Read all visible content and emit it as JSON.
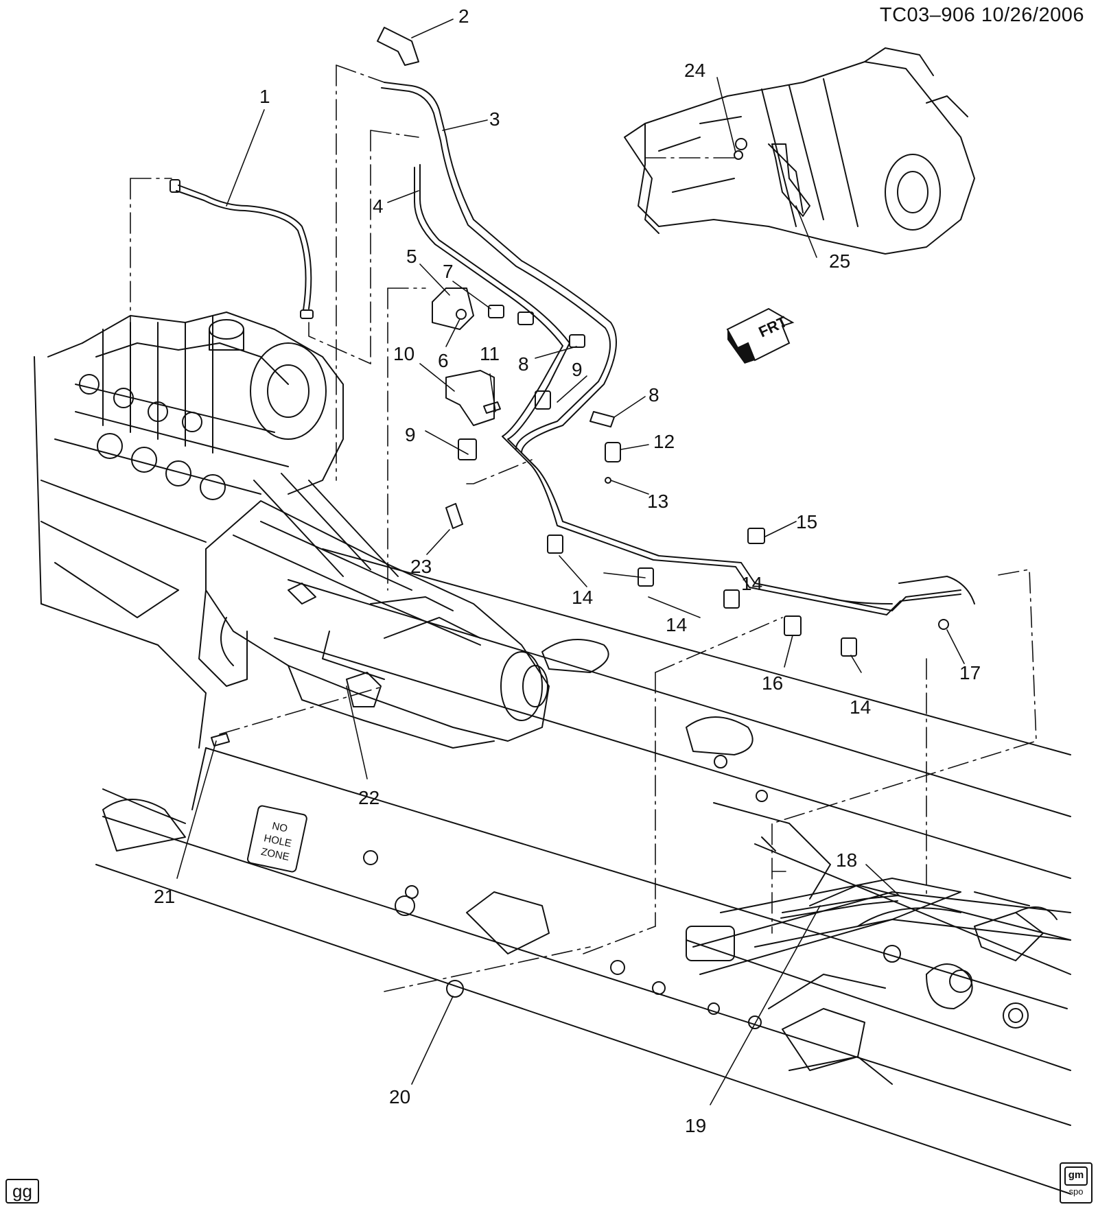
{
  "header": {
    "doc_id": "TC03–906  10/26/2006"
  },
  "corner_tag": "gg",
  "logo": {
    "line1": "gm",
    "line2": "spo"
  },
  "frame_stamp": [
    "NO",
    "HOLE",
    "ZONE"
  ],
  "direction_arrow": "FRT",
  "callouts": [
    "1",
    "2",
    "3",
    "4",
    "5",
    "6",
    "7",
    "8",
    "8",
    "9",
    "9",
    "10",
    "11",
    "12",
    "13",
    "14",
    "14",
    "14",
    "14",
    "15",
    "16",
    "17",
    "18",
    "19",
    "20",
    "21",
    "22",
    "23",
    "24",
    "25"
  ],
  "icons": [
    "direction-arrow-icon",
    "gm-spo-logo"
  ],
  "colors": {
    "ink": "#111111",
    "background": "#ffffff"
  }
}
